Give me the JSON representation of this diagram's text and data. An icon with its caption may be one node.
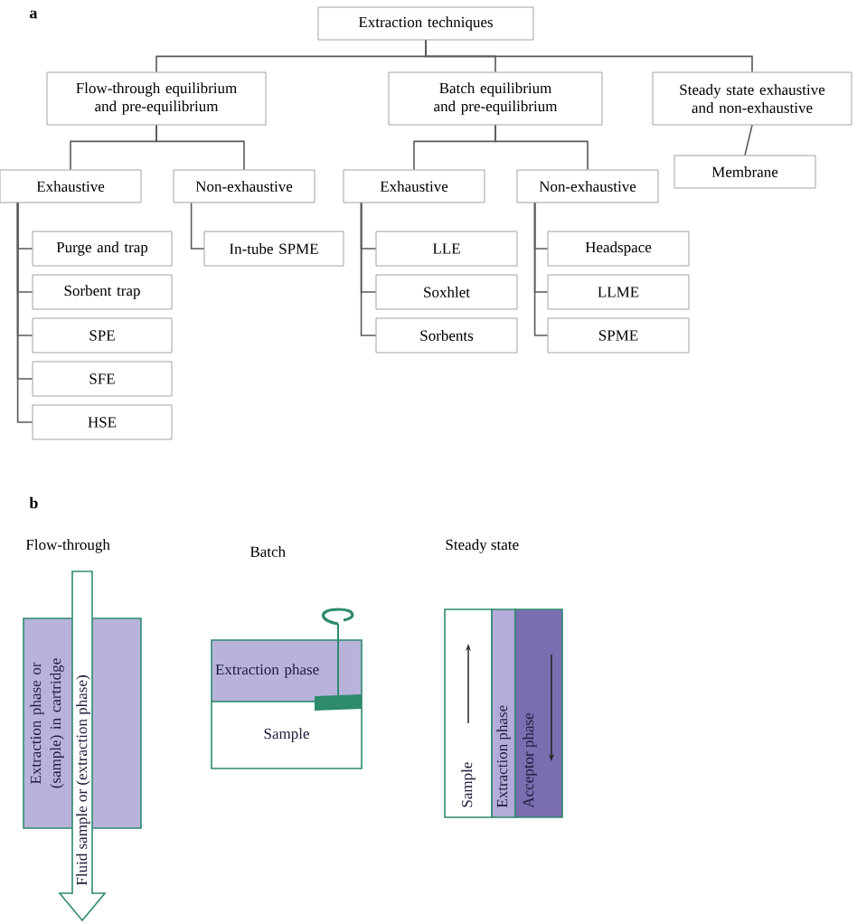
{
  "diagram": {
    "nodes": [
      {
        "text": [
          "Extraction techniques"
        ]
      },
      {
        "text": [
          "Flow-through equilibrium and pre-equilibrium"
        ]
      },
      {
        "text": [
          "Batch equilibrium and pre-equilibrium"
        ]
      },
      {
        "text": [
          "Steady state exhaustive and non-exhaustive"
        ]
      },
      {
        "text": [
          "Exhaustive"
        ]
      },
      {
        "text": [
          "Non-exhaustive"
        ]
      },
      {
        "text": [
          "Exhaustive"
        ]
      },
      {
        "text": [
          "Non-exhaustive"
        ]
      },
      {
        "text": [
          "Membrane"
        ]
      },
      {
        "text": [
          "Purge and trap"
        ]
      },
      {
        "text": [
          "Sorbent trap"
        ]
      },
      {
        "text": [
          "SPE"
        ]
      },
      {
        "text": [
          "SFE"
        ]
      },
      {
        "text": [
          "HSE"
        ]
      },
      {
        "text": [
          "In-tube SPME"
        ]
      },
      {
        "text": [
          "LLE"
        ]
      },
      {
        "text": [
          "Soxhlet"
        ]
      },
      {
        "text": [
          "Sorbents"
        ]
      },
      {
        "text": [
          "Headspace"
        ]
      },
      {
        "text": [
          "LLME"
        ]
      },
      {
        "text": [
          "SPME"
        ]
      },
      {
        "text": [
          "Extraction phase or (sample) in cartridge"
        ]
      },
      {
        "text": [
          "Fluid sample or (extraction phase)"
        ]
      },
      {
        "text": [
          "Extraction phase"
        ]
      },
      {
        "text": [
          "Sample"
        ]
      },
      {
        "text": [
          "Sample"
        ]
      },
      {
        "text": [
          "Extraction phase"
        ]
      },
      {
        "text": [
          "Acceptor phase"
        ]
      }
    ],
    "edges": [
      {
        "from": 0,
        "to": 1,
        "arrow": "none"
      },
      {
        "from": 0,
        "to": 2,
        "arrow": "none"
      },
      {
        "from": 0,
        "to": 3,
        "arrow": "none"
      },
      {
        "from": 1,
        "to": 4,
        "arrow": "none"
      },
      {
        "from": 1,
        "to": 5,
        "arrow": "none"
      },
      {
        "from": 2,
        "to": 6,
        "arrow": "none"
      },
      {
        "from": 2,
        "to": 7,
        "arrow": "none"
      },
      {
        "from": 3,
        "to": 8,
        "arrow": "none"
      },
      {
        "from": 4,
        "to": 9,
        "arrow": "none"
      },
      {
        "from": 4,
        "to": 10,
        "arrow": "none"
      },
      {
        "from": 4,
        "to": 11,
        "arrow": "none"
      },
      {
        "from": 4,
        "to": 12,
        "arrow": "none"
      },
      {
        "from": 4,
        "to": 13,
        "arrow": "none"
      },
      {
        "from": 5,
        "to": 14,
        "arrow": "none"
      },
      {
        "from": 6,
        "to": 15,
        "arrow": "none"
      },
      {
        "from": 6,
        "to": 16,
        "arrow": "none"
      },
      {
        "from": 6,
        "to": 17,
        "arrow": "none"
      },
      {
        "from": 7,
        "to": 18,
        "arrow": "none"
      },
      {
        "from": 7,
        "to": 19,
        "arrow": "none"
      },
      {
        "from": 7,
        "to": 20,
        "arrow": "none"
      }
    ],
    "labels": [
      "a",
      "b",
      "Flow-through",
      "Batch",
      "Steady state"
    ]
  }
}
